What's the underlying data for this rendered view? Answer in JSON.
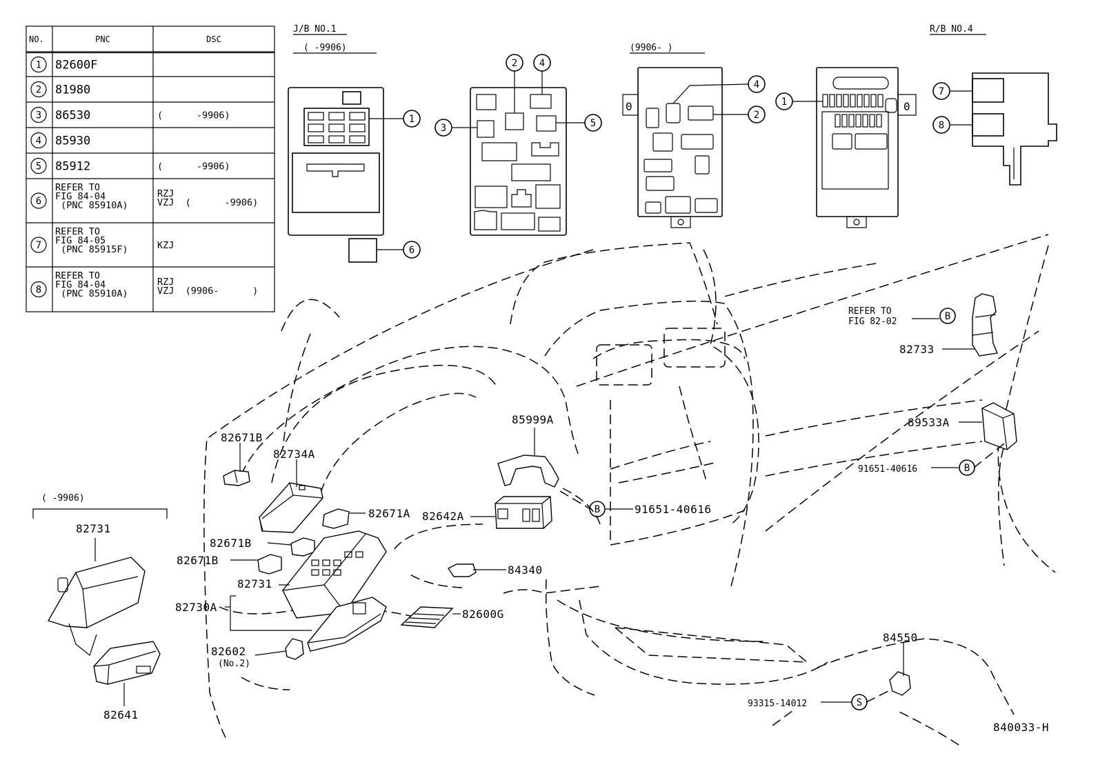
{
  "table": {
    "headers": {
      "no": "NO.",
      "pnc": "PNC",
      "dsc": "DSC"
    },
    "rows": [
      {
        "no": "1",
        "pnc": [
          "82600F"
        ],
        "dsc": []
      },
      {
        "no": "2",
        "pnc": [
          "81980"
        ],
        "dsc": []
      },
      {
        "no": "3",
        "pnc": [
          "86530"
        ],
        "dsc": [
          "(      -9906)"
        ]
      },
      {
        "no": "4",
        "pnc": [
          "85930"
        ],
        "dsc": []
      },
      {
        "no": "5",
        "pnc": [
          "85912"
        ],
        "dsc": [
          "(      -9906)"
        ]
      },
      {
        "no": "6",
        "pnc": [
          "REFER TO",
          "FIG 84-04",
          " (PNC 85910A)"
        ],
        "dsc": [
          "RZJ",
          "VZJ  (      -9906)"
        ]
      },
      {
        "no": "7",
        "pnc": [
          "REFER TO",
          "FIG 84-05",
          " (PNC 85915F)"
        ],
        "dsc": [
          "KZJ"
        ]
      },
      {
        "no": "8",
        "pnc": [
          "REFER TO",
          "FIG 84-04",
          " (PNC 85910A)"
        ],
        "dsc": [
          "RZJ",
          "VZJ  (9906-      )"
        ]
      }
    ]
  },
  "headers": {
    "jb_no1": "J/B NO.1",
    "jb_no1_range": "(      -9906)",
    "jb_range2": "(9906-      )",
    "rb_no4": "R/B NO.4",
    "left_inset_range": "(      -9906)"
  },
  "callouts": [
    "1",
    "2",
    "3",
    "4",
    "5",
    "6",
    "7",
    "8"
  ],
  "markers": {
    "b": "B",
    "s": "S"
  },
  "parts": {
    "p82671B_top": "82671B",
    "p82734A": "82734A",
    "p85999A": "85999A",
    "p82671A": "82671A",
    "p82642A": "82642A",
    "p91651_mid": "91651-40616",
    "p82671B_mid": "82671B",
    "p82671B_low": "82671B",
    "p84340": "84340",
    "p82731_mid": "82731",
    "p82730A": "82730A",
    "p82600G": "82600G",
    "p82602": "82602",
    "p82602_sub": "(No.2)",
    "p82731_left": "82731",
    "p82641": "82641",
    "refer_line1": "REFER TO",
    "refer_line2": "FIG 82-02",
    "p82733": "82733",
    "p89533A": "89533A",
    "p91651_right": "91651-40616",
    "p84550": "84550",
    "p93315": "93315-14012",
    "fig_code": "840033-H"
  }
}
